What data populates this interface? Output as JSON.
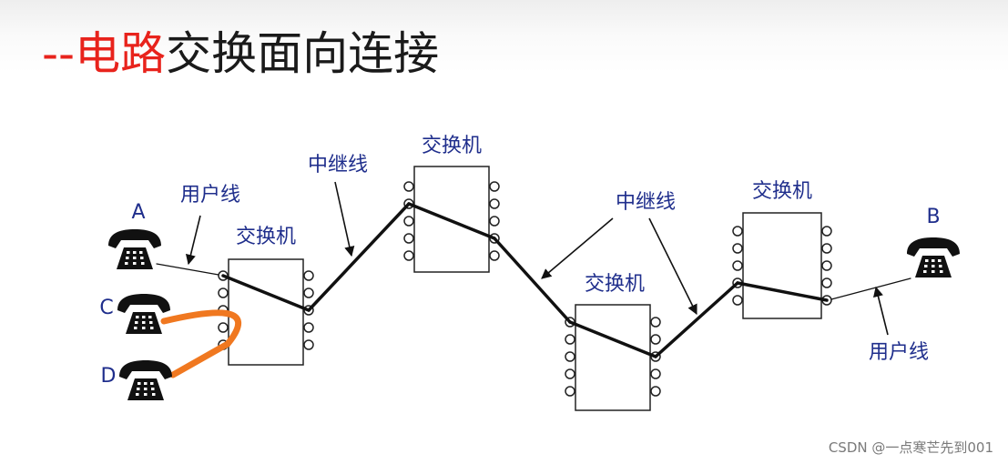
{
  "title": {
    "prefix": "--",
    "red_part": "电路",
    "black_part": "交换面向连接"
  },
  "switches": [
    {
      "label": "交换机"
    },
    {
      "label": "交换机"
    },
    {
      "label": "交换机"
    },
    {
      "label": "交换机"
    }
  ],
  "phones": [
    {
      "label": "A"
    },
    {
      "label": "C"
    },
    {
      "label": "D"
    },
    {
      "label": "B"
    }
  ],
  "line_labels": {
    "user_line_left": "用户线",
    "trunk_line_1": "中继线",
    "trunk_line_2": "中继线",
    "user_line_right": "用户线"
  },
  "colors": {
    "title_red": "#e8231c",
    "label_blue": "#1f2e8c",
    "local_loop_orange": "#f07820",
    "line_black": "#111111"
  },
  "watermark": "CSDN @一点寒芒先到001"
}
